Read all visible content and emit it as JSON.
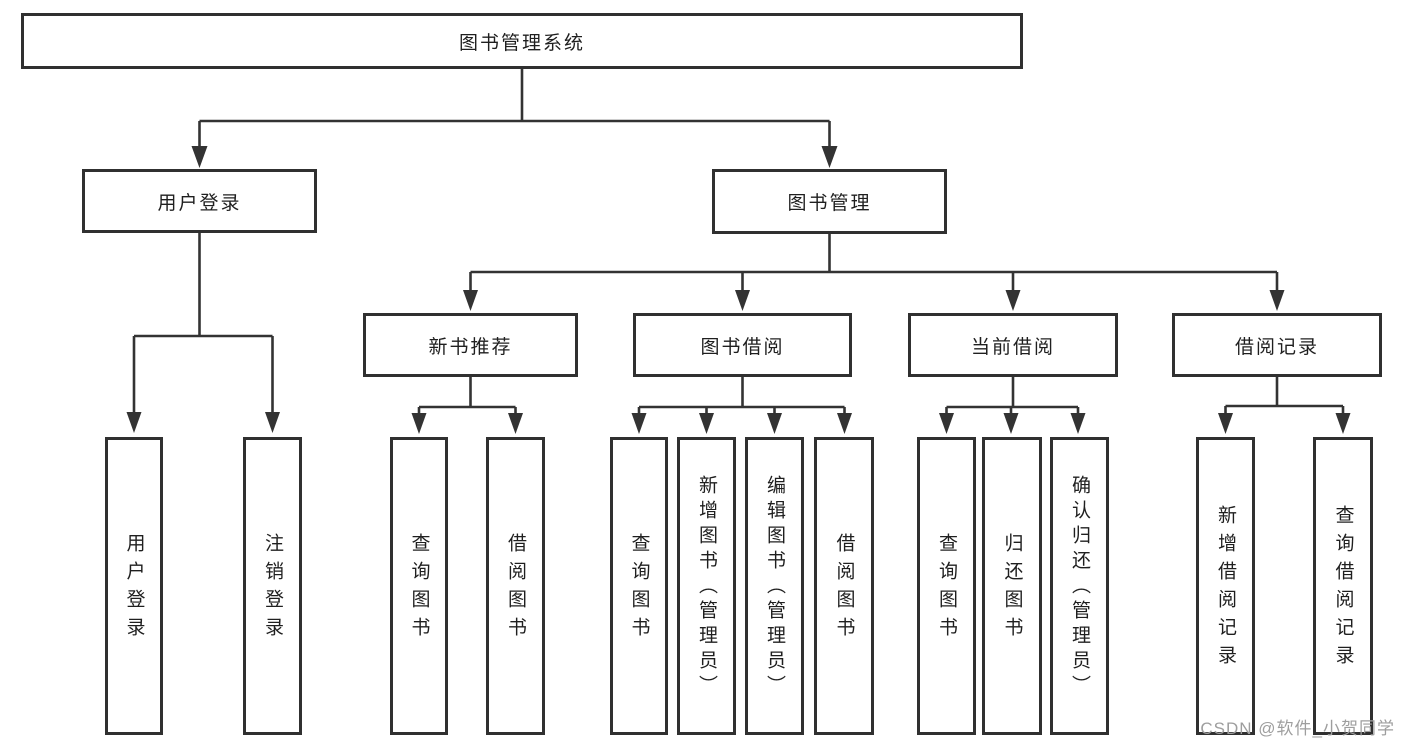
{
  "system": {
    "title": "图书管理系统"
  },
  "user_branch": {
    "label": "用户登录",
    "children": [
      {
        "label": "用户登录"
      },
      {
        "label": "注销登录"
      }
    ]
  },
  "book_branch": {
    "label": "图书管理",
    "sections": [
      {
        "label": "新书推荐",
        "children": [
          {
            "label": "查询图书"
          },
          {
            "label": "借阅图书"
          }
        ]
      },
      {
        "label": "图书借阅",
        "children": [
          {
            "label": "查询图书"
          },
          {
            "label": "新增图书（管理员）"
          },
          {
            "label": "编辑图书（管理员）"
          },
          {
            "label": "借阅图书"
          }
        ]
      },
      {
        "label": "当前借阅",
        "children": [
          {
            "label": "查询图书"
          },
          {
            "label": "归还图书"
          },
          {
            "label": "确认归还（管理员）"
          }
        ]
      },
      {
        "label": "借阅记录",
        "children": [
          {
            "label": "新增借阅记录"
          },
          {
            "label": "查询借阅记录"
          }
        ]
      }
    ]
  },
  "watermark": {
    "text": "CSDN @软件_小贺同学",
    "color": "#9e9e9e"
  },
  "colors": {
    "line": "#333333",
    "box_border": "#303030",
    "text": "#1f1f1f",
    "background": "#ffffff"
  }
}
